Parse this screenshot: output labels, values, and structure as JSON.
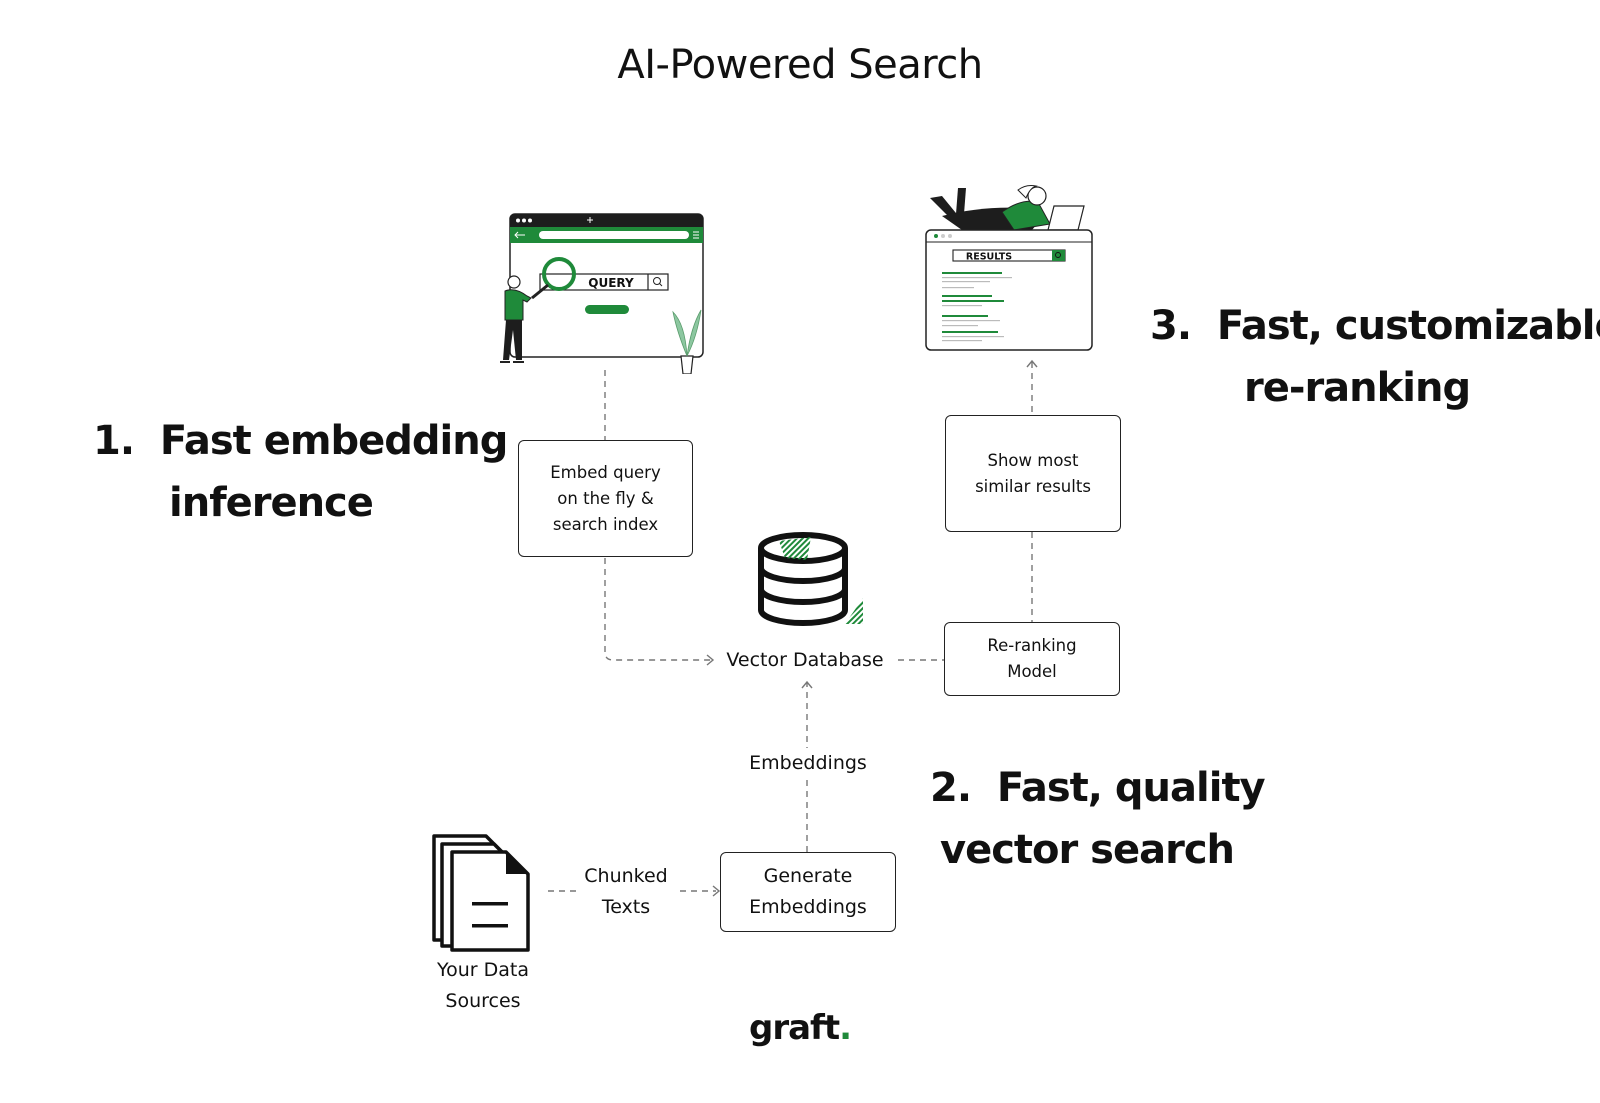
{
  "title": "AI-Powered Search",
  "steps": {
    "step1": {
      "number": "1.",
      "line1": "Fast embedding",
      "line2": "inference"
    },
    "step2": {
      "number": "2.",
      "line1": "Fast, quality",
      "line2": "vector search"
    },
    "step3": {
      "number": "3.",
      "line1": "Fast, customizable",
      "line2": "re-ranking"
    }
  },
  "query_illustration": {
    "search_label": "QUERY"
  },
  "results_illustration": {
    "search_label": "RESULTS"
  },
  "boxes": {
    "embed_query": [
      "Embed query",
      "on the fly &",
      "search index"
    ],
    "show_results": [
      "Show most",
      "similar results"
    ],
    "reranking_model": [
      "Re-ranking",
      "Model"
    ],
    "generate_embeddings": [
      "Generate",
      "Embeddings"
    ]
  },
  "labels": {
    "vector_database": "Vector Database",
    "embeddings": "Embeddings",
    "chunked_texts": [
      "Chunked",
      "Texts"
    ],
    "data_sources": [
      "Your Data",
      "Sources"
    ]
  },
  "logo": {
    "text": "graft",
    "dot": "."
  },
  "colors": {
    "accent_green": "#1f8a3a",
    "line": "#222222",
    "dash": "#777777"
  }
}
